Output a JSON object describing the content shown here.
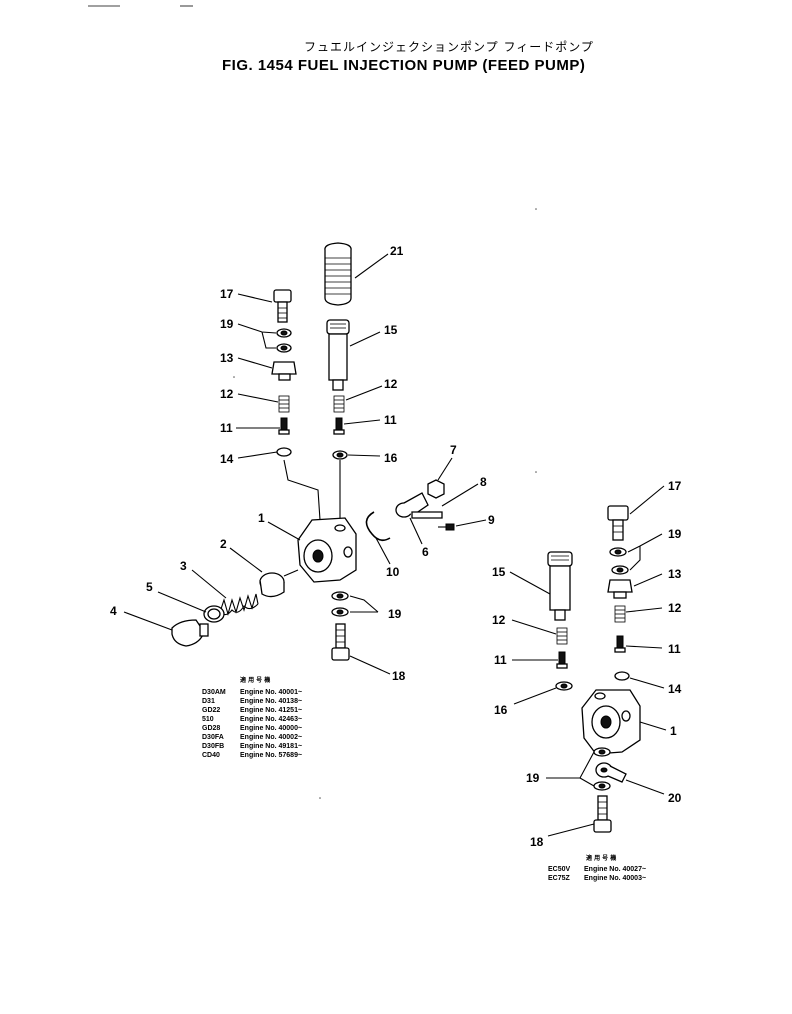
{
  "header": {
    "title_jp": "フュエルインジェクションポンプ フィードポンプ",
    "title_en": "FIG. 1454  FUEL INJECTION PUMP (FEED PUMP)"
  },
  "callouts": {
    "c1a": "1",
    "c2": "2",
    "c3": "3",
    "c4": "4",
    "c5": "5",
    "c6": "6",
    "c7": "7",
    "c8": "8",
    "c9": "9",
    "c10": "10",
    "c11a": "11",
    "c11b": "11",
    "c12a": "12",
    "c12b": "12",
    "c13a": "13",
    "c14a": "14",
    "c15a": "15",
    "c16a": "16",
    "c17a": "17",
    "c18a": "18",
    "c19a": "19",
    "c19b": "19",
    "c21": "21",
    "c17b": "17",
    "c19c": "19",
    "c13b": "13",
    "c12c": "12",
    "c11c": "11",
    "c14b": "14",
    "c15b": "15",
    "c12d": "12",
    "c11d": "11",
    "c16b": "16",
    "c1b": "1",
    "c19d": "19",
    "c20": "20",
    "c18b": "18"
  },
  "table_left": {
    "header": "適 用 号 機",
    "rows": [
      {
        "model": "D30AM",
        "engine": "Engine No. 40001~"
      },
      {
        "model": "D31",
        "engine": "Engine No. 40138~"
      },
      {
        "model": "GD22",
        "engine": "Engine No. 41251~"
      },
      {
        "model": "510",
        "engine": "Engine No. 42463~"
      },
      {
        "model": "GD28",
        "engine": "Engine No. 40000~"
      },
      {
        "model": "D30FA",
        "engine": "Engine No. 40002~"
      },
      {
        "model": "D30FB",
        "engine": "Engine No. 49181~"
      },
      {
        "model": "CD40",
        "engine": "Engine No. 57689~"
      }
    ]
  },
  "table_right": {
    "header": "適 用 号 機",
    "rows": [
      {
        "model": "EC50V",
        "engine": "Engine No. 40027~"
      },
      {
        "model": "EC75Z",
        "engine": "Engine No. 40003~"
      }
    ]
  }
}
